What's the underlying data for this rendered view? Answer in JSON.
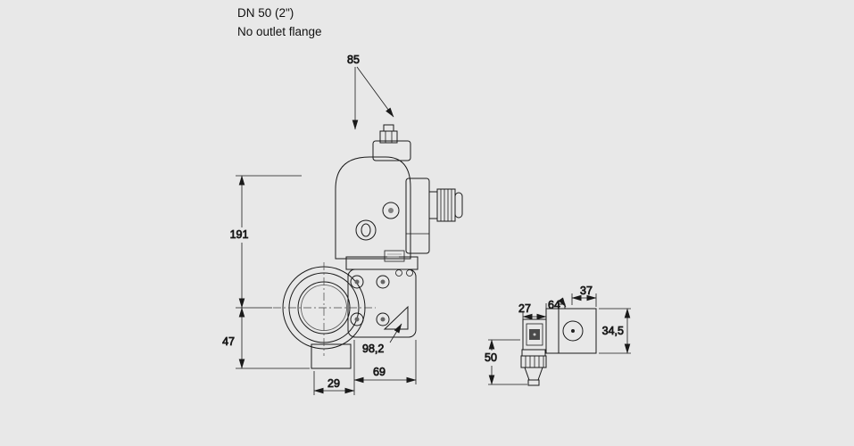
{
  "colors": {
    "background": "#e8e8e8",
    "line": "#1a1a1a",
    "fill_light": "#f2f2f2",
    "fill_mid": "#d9d9d9"
  },
  "header": {
    "model": "DN 50 (2\")",
    "variant": "No outlet flange"
  },
  "front_view": {
    "dims": {
      "top_width": "85",
      "upper_height": "191",
      "lower_height": "47",
      "diagonal": "98,2",
      "bottom_offset": "29",
      "bottom_width": "69"
    }
  },
  "top_view": {
    "dims": {
      "connector_width": "27",
      "top_offset": "64",
      "right_width": "37",
      "side_height": "34,5",
      "connector_height": "50"
    }
  }
}
